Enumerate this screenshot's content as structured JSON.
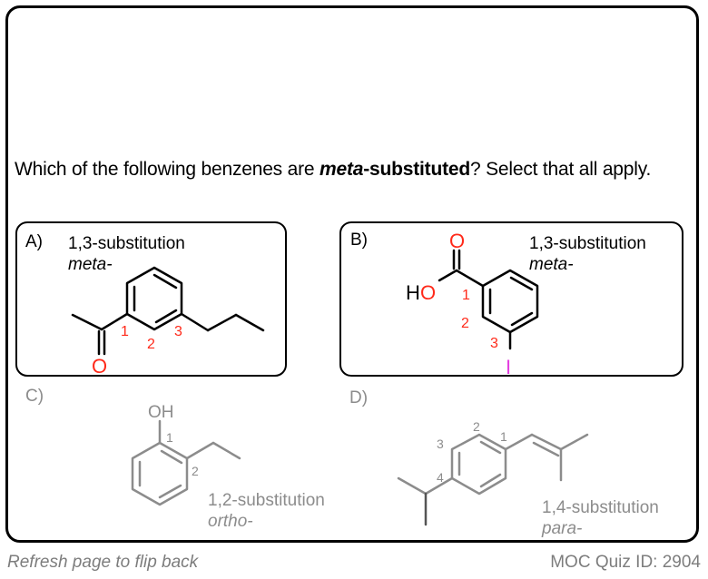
{
  "question": {
    "prefix": "Which of the following benzenes are ",
    "emph_italic": "meta",
    "emph_bold": "-substituted",
    "suffix": "? Select that all apply."
  },
  "options": [
    {
      "letter": "A)",
      "substitution": "1,3-substitution",
      "type": "meta-",
      "selected": true,
      "atoms": {
        "oxygen": "O"
      },
      "numbers": [
        "1",
        "2",
        "3"
      ]
    },
    {
      "letter": "B)",
      "substitution": "1,3-substitution",
      "type": "meta-",
      "selected": true,
      "atoms": {
        "carbonyl_o": "O",
        "hydroxyl_h": "H",
        "hydroxyl_o": "O",
        "iodine": "I"
      },
      "numbers": [
        "1",
        "2",
        "3"
      ]
    },
    {
      "letter": "C)",
      "substitution": "1,2-substitution",
      "type": "ortho-",
      "selected": false,
      "atoms": {
        "hydroxyl": "OH"
      },
      "numbers": [
        "1",
        "2"
      ]
    },
    {
      "letter": "D)",
      "substitution": "1,4-substitution",
      "type": "para-",
      "selected": false,
      "numbers": [
        "1",
        "2",
        "3",
        "4"
      ]
    }
  ],
  "colors": {
    "highlight_red": "#ff2a1a",
    "iodine_magenta": "#e43fe0",
    "dimmed_gray": "#8c8c8c",
    "footer_gray": "#7d7d7d"
  },
  "footer": {
    "left": "Refresh page to flip back",
    "right": "MOC Quiz ID: 2904"
  }
}
